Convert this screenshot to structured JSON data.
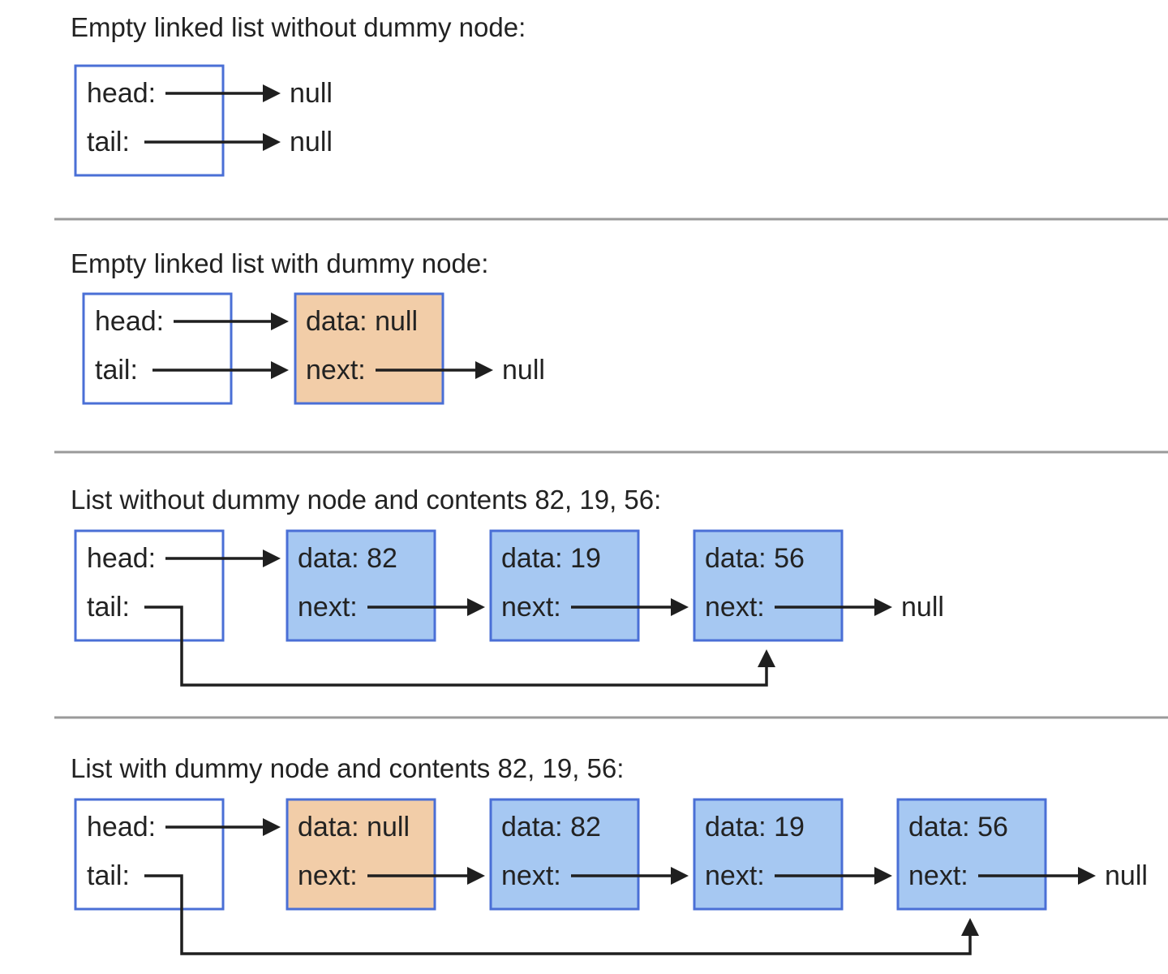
{
  "sections": [
    {
      "caption": "Empty linked list without dummy node:",
      "list": {
        "head_label": "head:",
        "tail_label": "tail:"
      },
      "head_null": "null",
      "tail_null": "null"
    },
    {
      "caption": "Empty linked list with dummy node:",
      "list": {
        "head_label": "head:",
        "tail_label": "tail:"
      },
      "nodes": [
        {
          "data_label": "data: null",
          "next_label": "next:",
          "dummy": true
        }
      ],
      "end_null": "null"
    },
    {
      "caption": "List without dummy node and contents 82, 19, 56:",
      "list": {
        "head_label": "head:",
        "tail_label": "tail:"
      },
      "nodes": [
        {
          "data_label": "data: 82",
          "next_label": "next:",
          "dummy": false
        },
        {
          "data_label": "data: 19",
          "next_label": "next:",
          "dummy": false
        },
        {
          "data_label": "data: 56",
          "next_label": "next:",
          "dummy": false
        }
      ],
      "end_null": "null"
    },
    {
      "caption": "List with dummy node and contents 82, 19, 56:",
      "list": {
        "head_label": "head:",
        "tail_label": "tail:"
      },
      "nodes": [
        {
          "data_label": "data: null",
          "next_label": "next:",
          "dummy": true
        },
        {
          "data_label": "data: 82",
          "next_label": "next:",
          "dummy": false
        },
        {
          "data_label": "data: 19",
          "next_label": "next:",
          "dummy": false
        },
        {
          "data_label": "data: 56",
          "next_label": "next:",
          "dummy": false
        }
      ],
      "end_null": "null"
    }
  ],
  "colors": {
    "border": "#4a6fd6",
    "dummy_fill": "#f2cda8",
    "node_fill": "#a6c8f2",
    "divider": "#9a9a9a",
    "arrow": "#1f1f1f"
  }
}
